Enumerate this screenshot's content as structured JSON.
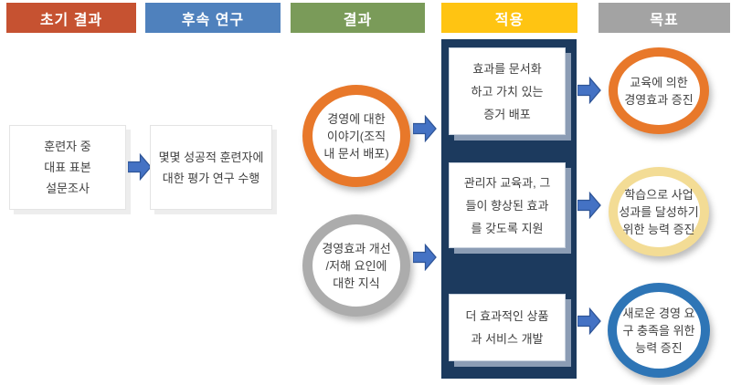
{
  "diagram": {
    "columns": [
      {
        "id": "initial-results",
        "header": "초기 결과",
        "header_color": "#C65231"
      },
      {
        "id": "followup-research",
        "header": "후속 연구",
        "header_color": "#4F81BD"
      },
      {
        "id": "results",
        "header": "결과",
        "header_color": "#7A9B59"
      },
      {
        "id": "application",
        "header": "적용",
        "header_color": "#FFC412"
      },
      {
        "id": "goals",
        "header": "목표",
        "header_color": "#A3A3A3"
      }
    ],
    "initial_box": {
      "lines": [
        "훈련자 중",
        "대표 표본",
        "설문조사"
      ]
    },
    "followup_box": {
      "lines": [
        "몇몇 성공적 훈련자에",
        "대한 평가 연구 수행"
      ]
    },
    "result_circles": [
      {
        "ring_color": "#E8782A",
        "lines": [
          "경영에 대한",
          "이야기(조직",
          "내 문서 배포)"
        ]
      },
      {
        "ring_color": "#ACACAC",
        "lines": [
          "경영효과 개선",
          "/저해 요인에",
          "대한 지식"
        ]
      }
    ],
    "application_panel": {
      "bg_color": "#1C3A5E",
      "boxes": [
        {
          "lines": [
            "효과를 문서화",
            "하고 가치 있는",
            "증거 배포"
          ]
        },
        {
          "lines": [
            "관리자 교육과, 그",
            "들이 향상된 효과",
            "를 갖도록 지원"
          ]
        },
        {
          "lines": [
            "더 효과적인 상품",
            "과 서비스 개발"
          ]
        }
      ]
    },
    "goal_circles": [
      {
        "ring_color": "#E8782A",
        "lines": [
          "교육에 의한",
          "경영효과 증진"
        ]
      },
      {
        "ring_color": "#F3DC95",
        "lines": [
          "학습으로 사업",
          "성과를 달성하기",
          "위한 능력 증진"
        ]
      },
      {
        "ring_color": "#2E75B6",
        "lines": [
          "새로운 경영 요",
          "구 충족을 위한",
          "능력 증진"
        ]
      }
    ],
    "arrow_color": "#4472C4",
    "arrow_border_color": "#2F5597"
  }
}
